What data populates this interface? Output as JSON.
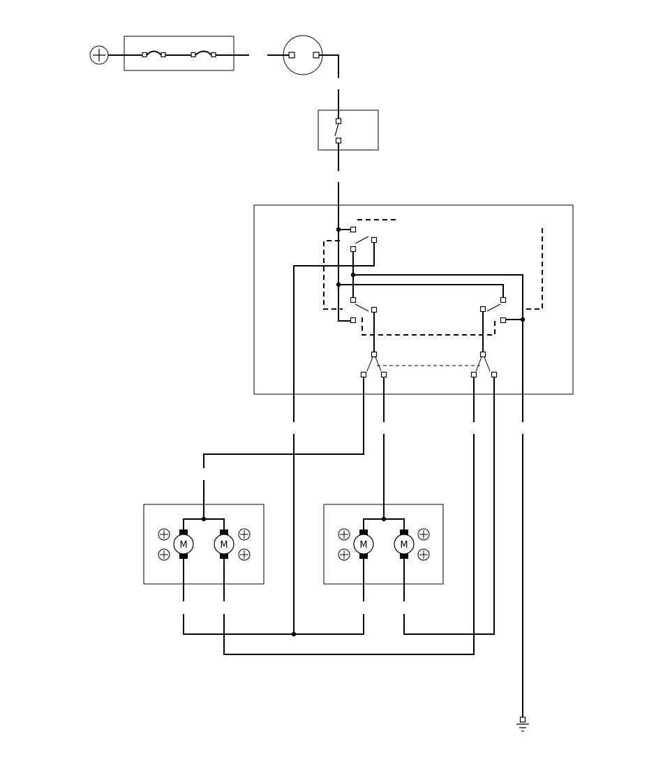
{
  "motors": {
    "left_a": {
      "label": "M",
      "icon": "dc-motor-icon"
    },
    "left_b": {
      "label": "M",
      "icon": "dc-motor-icon"
    },
    "right_a": {
      "label": "M",
      "icon": "dc-motor-icon"
    },
    "right_b": {
      "label": "M",
      "icon": "dc-motor-icon"
    }
  },
  "symbols": {
    "battery": "battery-positive-icon",
    "fuse": "fuse-icon",
    "ignition": "ignition-switch-icon",
    "relay": "relay-switch-icon",
    "control_switch": "window-switch-icon",
    "ground": "ground-icon",
    "mount": "motor-mount-icon"
  }
}
